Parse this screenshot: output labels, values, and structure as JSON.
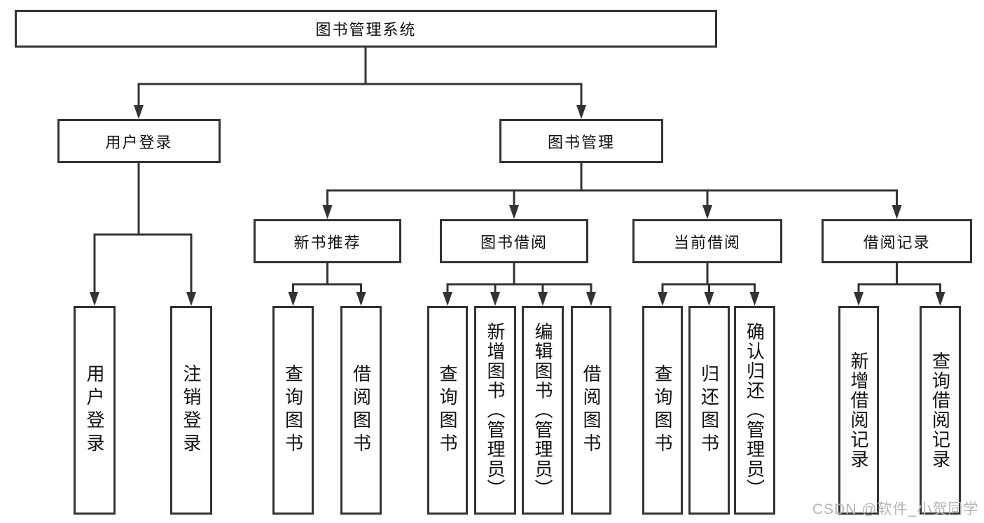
{
  "tree": {
    "root": {
      "label": "图书管理系统"
    },
    "branches": [
      {
        "label": "用户登录",
        "children": [
          {
            "label": "用户登录"
          },
          {
            "label": "注销登录"
          }
        ]
      },
      {
        "label": "图书管理",
        "groups": [
          {
            "label": "新书推荐",
            "children": [
              {
                "label": "查询图书"
              },
              {
                "label": "借阅图书"
              }
            ]
          },
          {
            "label": "图书借阅",
            "children": [
              {
                "label": "查询图书"
              },
              {
                "label": "新增图书（管理员）"
              },
              {
                "label": "编辑图书（管理员）"
              },
              {
                "label": "借阅图书"
              }
            ]
          },
          {
            "label": "当前借阅",
            "children": [
              {
                "label": "查询图书"
              },
              {
                "label": "归还图书"
              },
              {
                "label": "确认归还（管理员）"
              }
            ]
          },
          {
            "label": "借阅记录",
            "children": [
              {
                "label": "新增借阅记录"
              },
              {
                "label": "查询借阅记录"
              }
            ]
          }
        ]
      }
    ]
  },
  "watermark": {
    "text": "CSDN @软件_小贺同学"
  },
  "colors": {
    "line": "#333333",
    "box_border": "#333333",
    "text": "#111111",
    "watermark": "#b5b5b5",
    "background": "#ffffff"
  }
}
